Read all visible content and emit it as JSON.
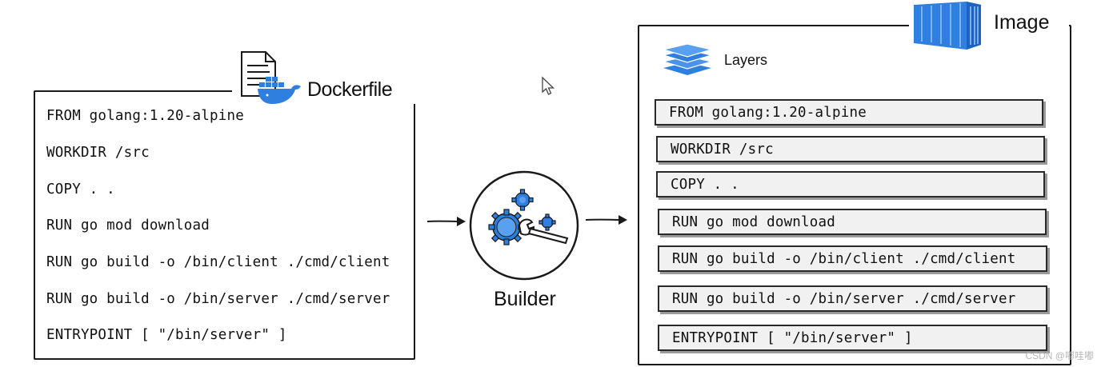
{
  "dockerfile": {
    "title": "Dockerfile",
    "lines": [
      "FROM golang:1.20-alpine",
      "WORKDIR /src",
      "COPY . .",
      "RUN go mod download",
      "RUN go build -o /bin/client ./cmd/client",
      "RUN go build -o /bin/server ./cmd/server",
      "ENTRYPOINT [ \"/bin/server\" ]"
    ]
  },
  "builder": {
    "label": "Builder"
  },
  "image": {
    "title": "Image",
    "layers_label": "Layers",
    "layers": [
      "FROM golang:1.20-alpine",
      "WORKDIR /src",
      "COPY . .",
      "RUN go mod download",
      "RUN go build -o /bin/client ./cmd/client",
      "RUN go build -o /bin/server ./cmd/server",
      "ENTRYPOINT [ \"/bin/server\" ]"
    ]
  },
  "watermark": "CSDN @嘟哇嘟",
  "icons": {
    "document": "document-icon",
    "docker": "docker-whale-icon",
    "cursor": "mouse-cursor-icon",
    "gears": "gears-wrench-icon",
    "layers": "layers-stack-icon",
    "container": "shipping-container-icon"
  },
  "colors": {
    "accent_blue": "#2f7fe0",
    "outline": "#1a1a1a",
    "layer_fill": "#f1f1f1"
  }
}
